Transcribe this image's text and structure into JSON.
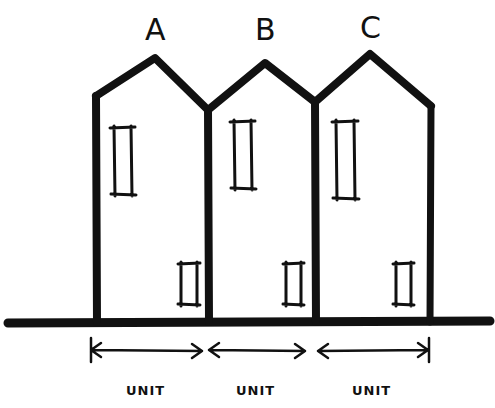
{
  "diagram": {
    "labels": [
      "A",
      "B",
      "C",
      "UNIT",
      "UNIT",
      "UNIT"
    ]
  }
}
